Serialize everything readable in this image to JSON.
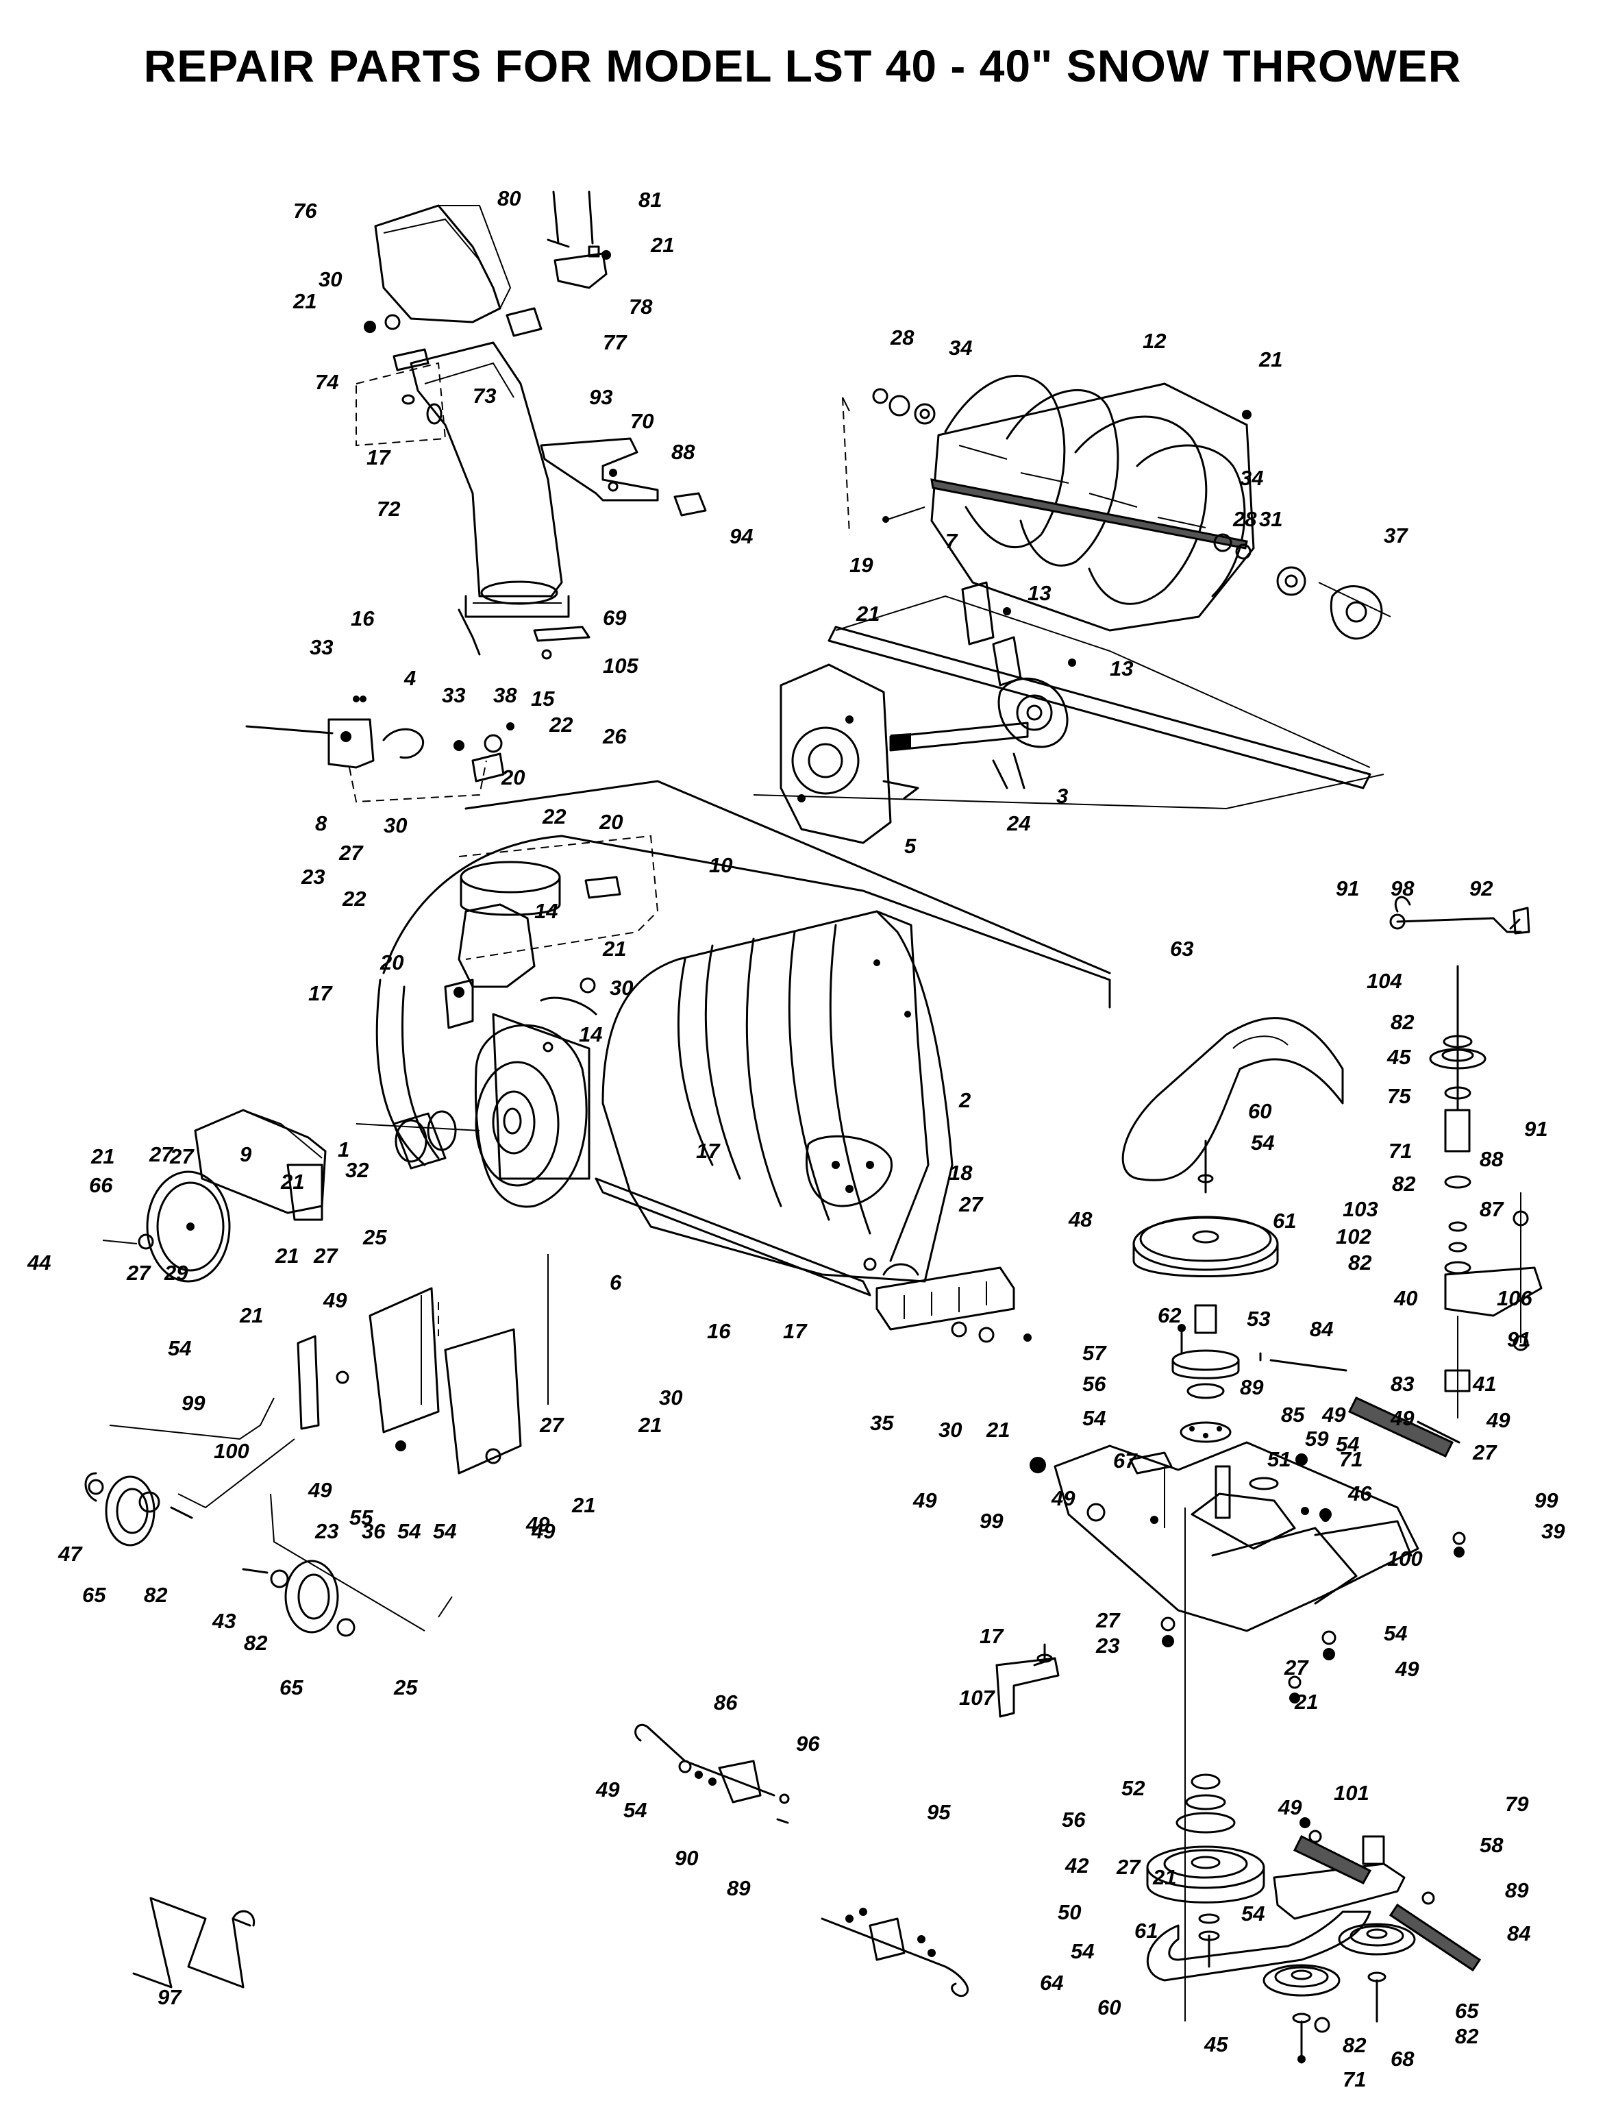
{
  "title": "REPAIR PARTS FOR MODEL LST 40 - 40\" SNOW THROWER",
  "callouts": [
    "76",
    "80",
    "81",
    "21",
    "30",
    "21",
    "78",
    "77",
    "74",
    "73",
    "17",
    "93",
    "70",
    "88",
    "94",
    "72",
    "28",
    "34",
    "12",
    "21",
    "34",
    "28",
    "31",
    "37",
    "19",
    "7",
    "21",
    "13",
    "13",
    "16",
    "33",
    "4",
    "33",
    "38",
    "15",
    "69",
    "105",
    "8",
    "22",
    "20",
    "26",
    "22",
    "20",
    "10",
    "24",
    "3",
    "5",
    "30",
    "27",
    "23",
    "22",
    "14",
    "20",
    "21",
    "17",
    "30",
    "14",
    "91",
    "98",
    "92",
    "63",
    "104",
    "82",
    "45",
    "75",
    "91",
    "60",
    "54",
    "71",
    "88",
    "82",
    "87",
    "103",
    "102",
    "82",
    "40",
    "106",
    "91",
    "9",
    "27",
    "21",
    "66",
    "27",
    "21",
    "32",
    "1",
    "2",
    "17",
    "18",
    "27",
    "25",
    "21",
    "27",
    "44",
    "27",
    "29",
    "6",
    "48",
    "61",
    "62",
    "53",
    "84",
    "57",
    "83",
    "56",
    "41",
    "89",
    "85",
    "49",
    "54",
    "59",
    "49",
    "49",
    "27",
    "21",
    "54",
    "99",
    "16",
    "17",
    "49",
    "30",
    "21",
    "35",
    "30",
    "21",
    "67",
    "51",
    "54",
    "71",
    "46",
    "49",
    "99",
    "100",
    "49",
    "55",
    "54",
    "49",
    "21",
    "27",
    "49",
    "100",
    "99",
    "39",
    "23",
    "36",
    "54",
    "49",
    "47",
    "65",
    "82",
    "43",
    "82",
    "65",
    "25",
    "27",
    "23",
    "54",
    "49",
    "17",
    "107",
    "27",
    "21",
    "86",
    "96",
    "49",
    "54",
    "90",
    "89",
    "52",
    "49",
    "101",
    "79",
    "56",
    "58",
    "42",
    "27",
    "21",
    "89",
    "50",
    "61",
    "54",
    "84",
    "95",
    "97",
    "54",
    "64",
    "60",
    "45",
    "82",
    "71",
    "68",
    "65",
    "82"
  ]
}
